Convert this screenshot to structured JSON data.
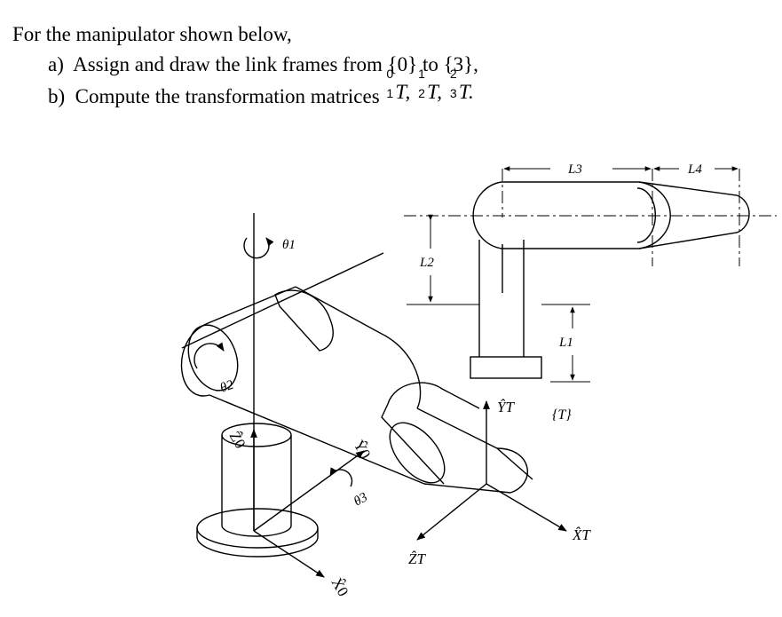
{
  "problem": {
    "intro": "For the manipulator shown below,",
    "part_a": {
      "marker": "a)",
      "text": "Assign and draw the link frames from {0} to {3},"
    },
    "part_b": {
      "marker": "b)",
      "text": "Compute the transformation matrices",
      "matrices": [
        {
          "sup": "0",
          "sub": "1",
          "symbol": "T",
          "sep": ","
        },
        {
          "sup": "1",
          "sub": "2",
          "symbol": "T",
          "sep": ","
        },
        {
          "sup": "2",
          "sub": "3",
          "symbol": "T",
          "sep": "."
        }
      ]
    }
  },
  "figure": {
    "labels": {
      "theta1": "θ1",
      "theta2": "θ2",
      "theta3": "θ3",
      "L1": "L1",
      "L2": "L2",
      "L3": "L3",
      "L4": "L4",
      "Z0": "Ẑ0",
      "Y0": "Ŷ0",
      "X0": "X̂0",
      "YT": "ŶT",
      "XT": "X̂T",
      "ZT": "ẐT",
      "T_frame": "{T}"
    }
  }
}
